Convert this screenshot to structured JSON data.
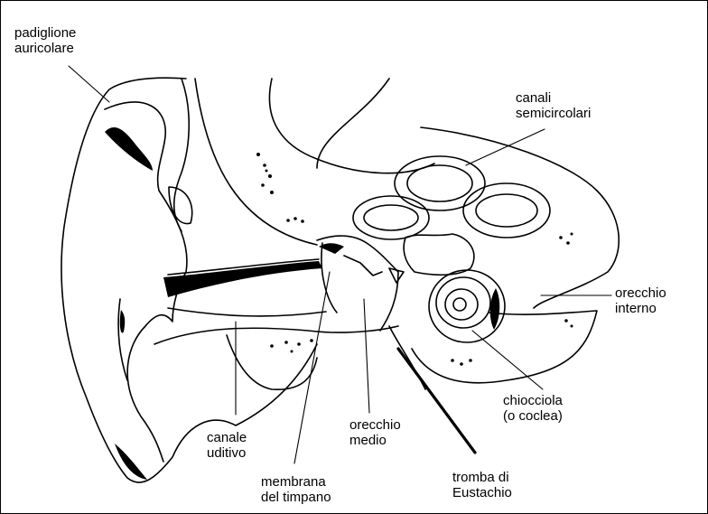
{
  "labels": {
    "padiglione": [
      "padiglione",
      "auricolare"
    ],
    "canali": [
      "canali",
      "semicircolari"
    ],
    "orecchio_interno": [
      "orecchio",
      "interno"
    ],
    "chiocciola": [
      "chiocciola",
      "(o coclea)"
    ],
    "canale_uditivo": [
      "canale",
      "uditivo"
    ],
    "orecchio_medio": [
      "orecchio",
      "medio"
    ],
    "membrana": [
      "membrana",
      "del timpano"
    ],
    "tromba": [
      "tromba  di",
      "Eustachio"
    ]
  },
  "colors": {
    "ink": "#000000",
    "paper": "#ffffff"
  }
}
